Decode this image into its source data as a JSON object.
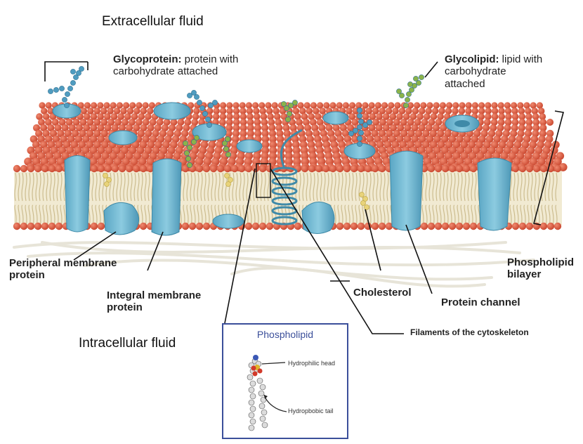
{
  "regions": {
    "extracellular": "Extracellular fluid",
    "intracellular": "Intracellular fluid"
  },
  "labels": {
    "glycoprotein_bold": "Glycoprotein:",
    "glycoprotein_rest": " protein with",
    "glycoprotein_line2": "carbohydrate attached",
    "glycolipid_bold": "Glycolipid:",
    "glycolipid_rest": " lipid with",
    "glycolipid_line2": "carbohydrate",
    "glycolipid_line3": "attached",
    "peripheral_line1": "Peripheral membrane",
    "peripheral_line2": "protein",
    "integral_line1": "Integral membrane",
    "integral_line2": "protein",
    "cholesterol": "Cholesterol",
    "protein_channel": "Protein channel",
    "phospholipid_line1": "Phospholipid",
    "phospholipid_line2": "bilayer",
    "filaments": "Filaments of the cytoskeleton"
  },
  "inset": {
    "title": "Phospholipid",
    "head_label": "Hydrophilic head",
    "tail_label": "Hydropbobic tail"
  },
  "colors": {
    "head": "#d9583f",
    "tail": "#c9b98a",
    "protein": "#6fb7d1",
    "carb_blue": "#4f9cc0",
    "carb_green": "#8bb34a",
    "cholesterol": "#e8d37a",
    "inset_border": "#3b4f9a"
  }
}
